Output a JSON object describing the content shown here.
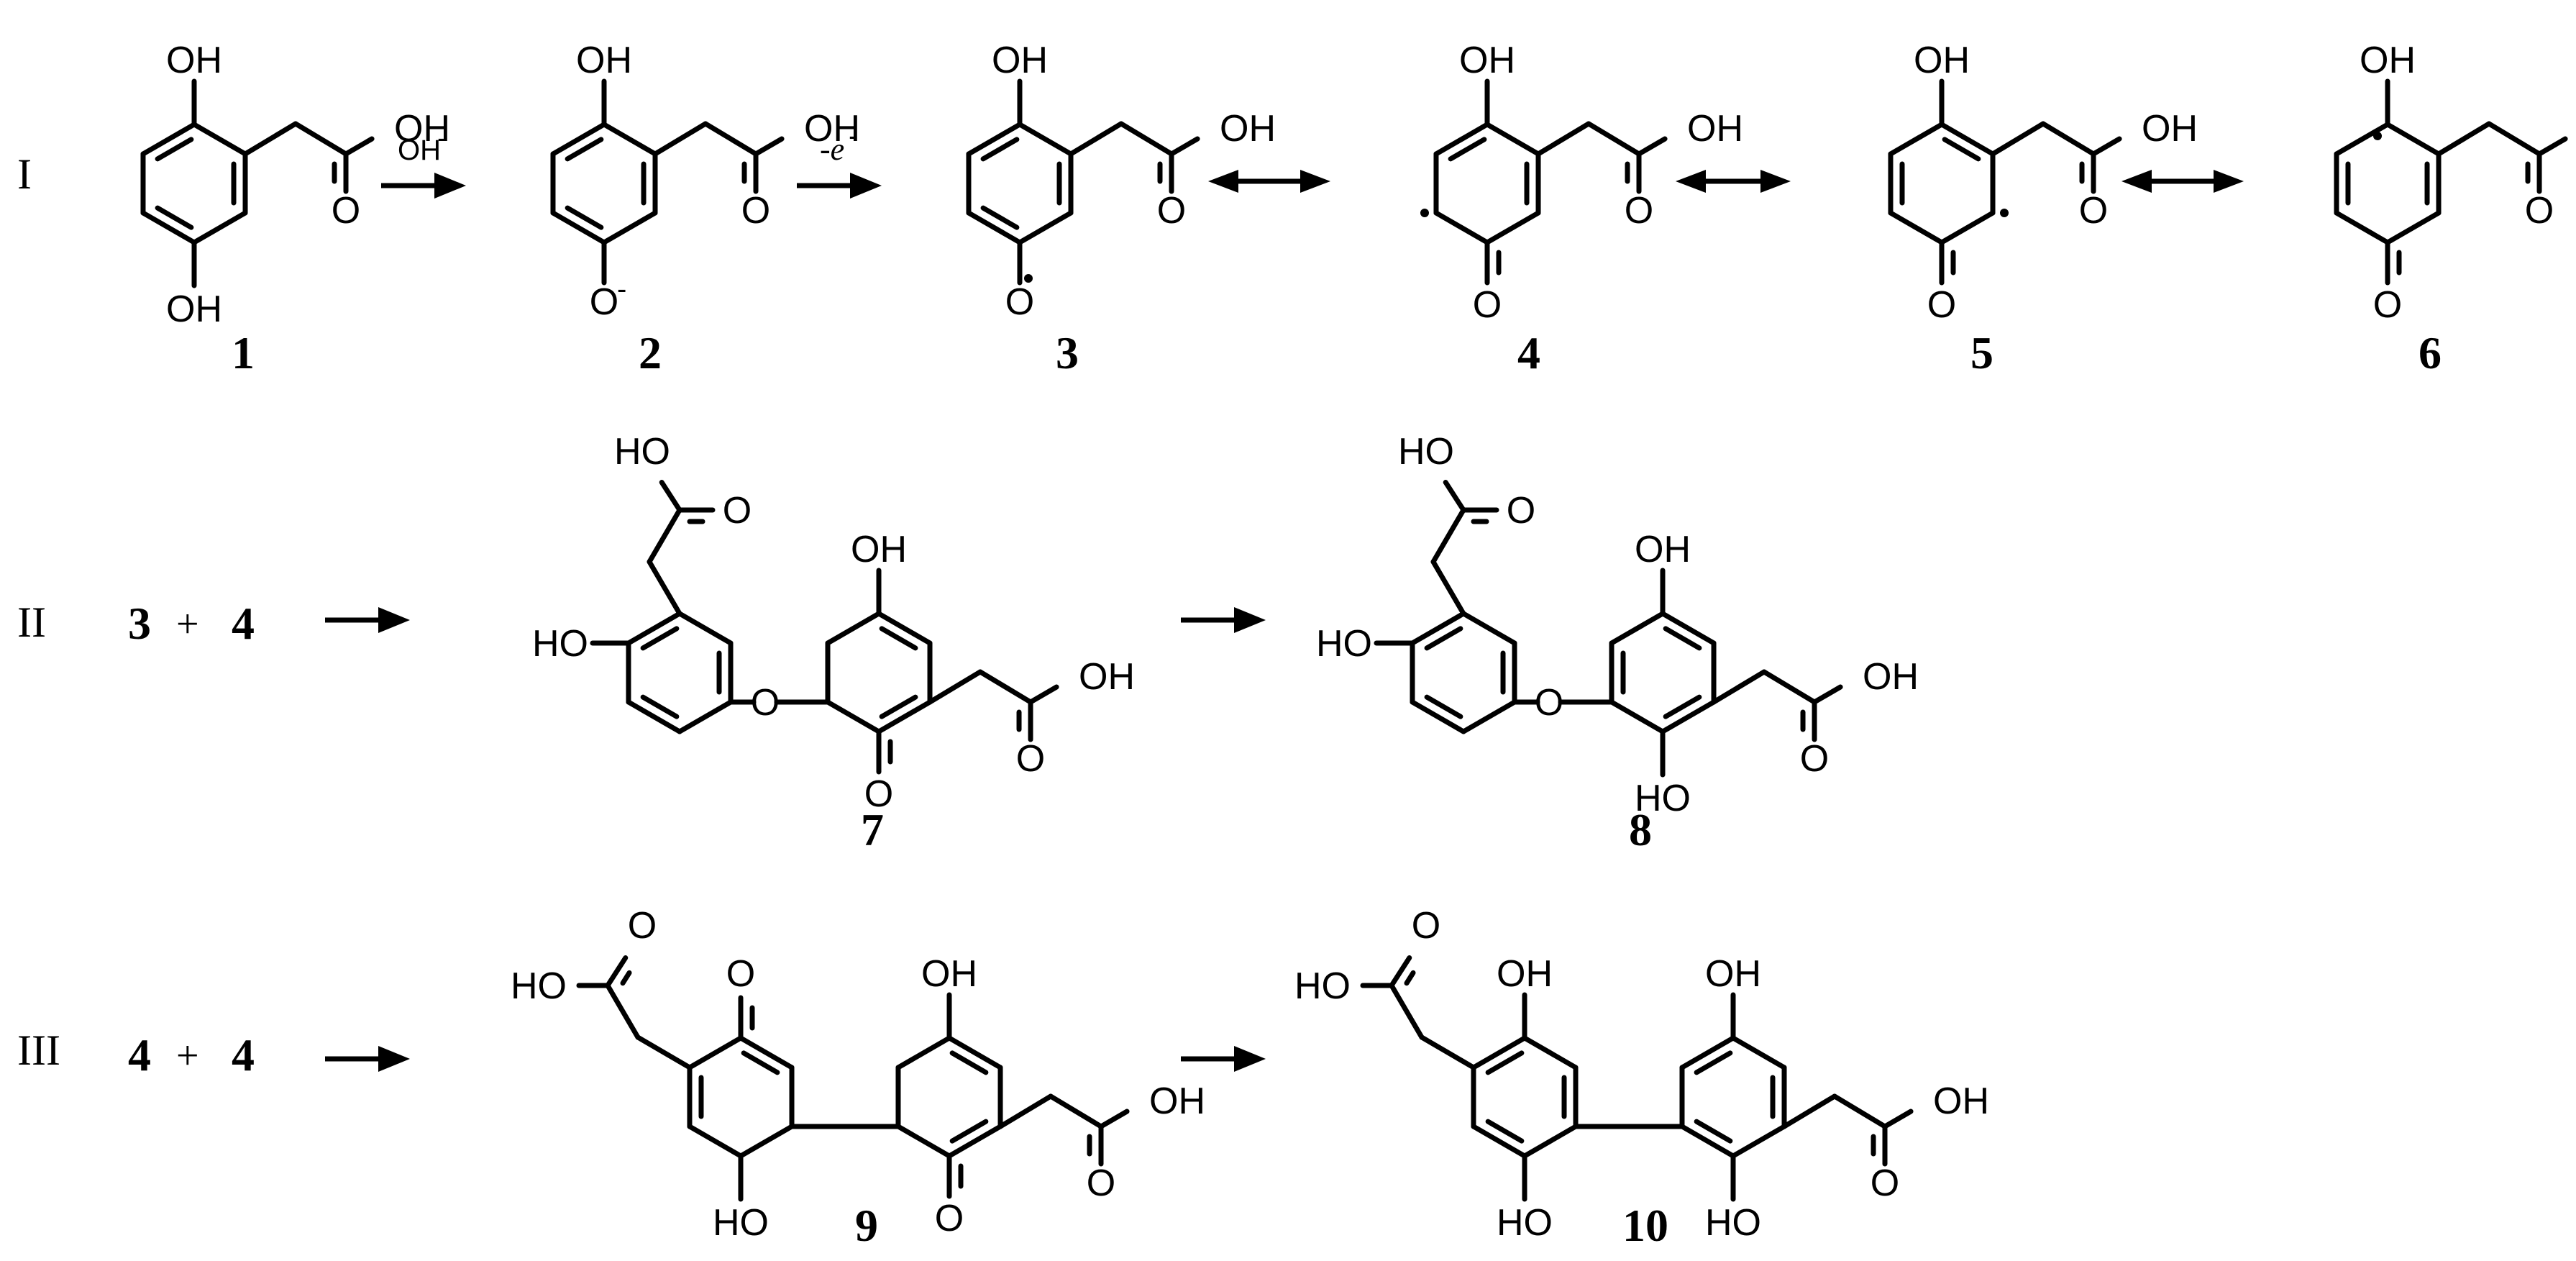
{
  "rows": [
    {
      "numeral": "I"
    },
    {
      "numeral": "II",
      "reactant_a": "3",
      "reactant_b": "4",
      "plus": "+"
    },
    {
      "numeral": "III",
      "reactant_a": "4",
      "reactant_b": "4",
      "plus": "+"
    }
  ],
  "reagents": {
    "base": "OH",
    "base_charge": "-",
    "oxidation": "-e",
    "oxidation_charge": "-"
  },
  "labels": {
    "OH": "OH",
    "HO": "HO",
    "O": "O"
  },
  "compounds": [
    "1",
    "2",
    "3",
    "4",
    "5",
    "6",
    "7",
    "8",
    "9",
    "10"
  ]
}
